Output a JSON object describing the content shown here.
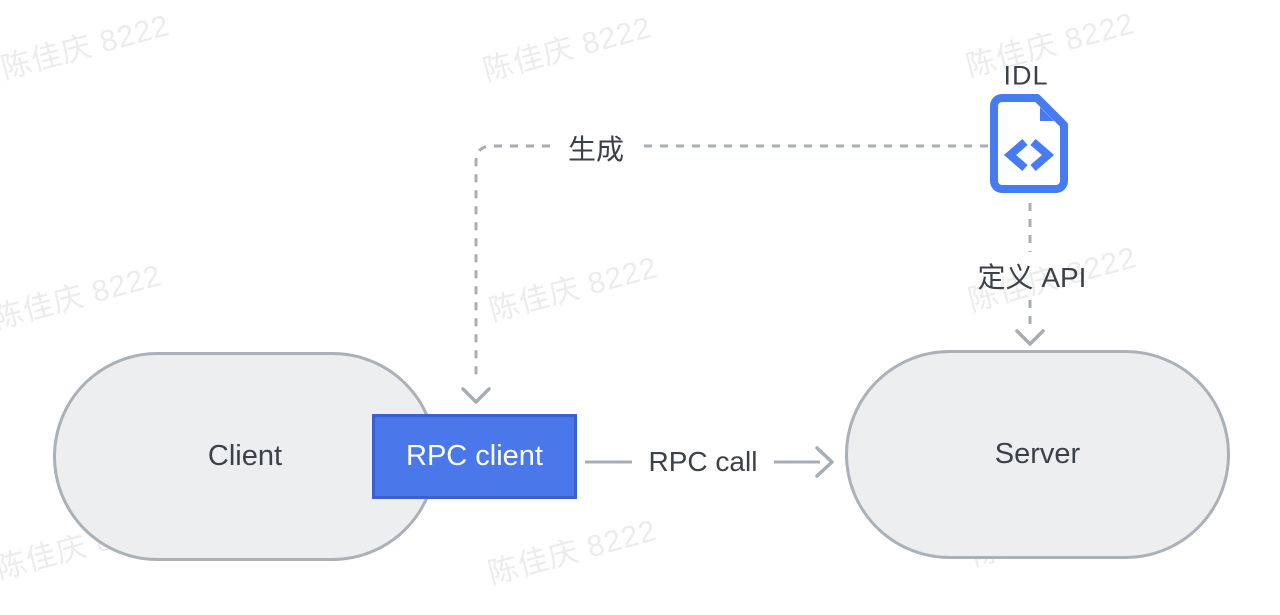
{
  "diagram": {
    "type": "rpc-architecture",
    "nodes": {
      "client": {
        "label": "Client",
        "shape": "stadium"
      },
      "rpc_client": {
        "label": "RPC client",
        "shape": "rect-accent"
      },
      "server": {
        "label": "Server",
        "shape": "stadium"
      },
      "idl": {
        "label": "IDL",
        "icon": "code-file-icon"
      }
    },
    "edges": {
      "generate": {
        "label": "生成",
        "style": "dashed",
        "from": "idl",
        "to": "rpc_client"
      },
      "define_api": {
        "label": "定义 API",
        "style": "dashed",
        "from": "idl",
        "to": "server"
      },
      "rpc_call": {
        "label": "RPC call",
        "style": "solid",
        "from": "rpc_client",
        "to": "server"
      }
    },
    "watermark": {
      "text": "陈佳庆 8222"
    },
    "colors": {
      "node_fill": "#edeef0",
      "node_border": "#abb1b9",
      "accent_fill": "#4a78ea",
      "accent_border": "#3a60ce",
      "icon_blue": "#477bf2",
      "line_gray": "#a7adb5",
      "text_dark": "#3b414b",
      "watermark": "#ececec"
    }
  }
}
